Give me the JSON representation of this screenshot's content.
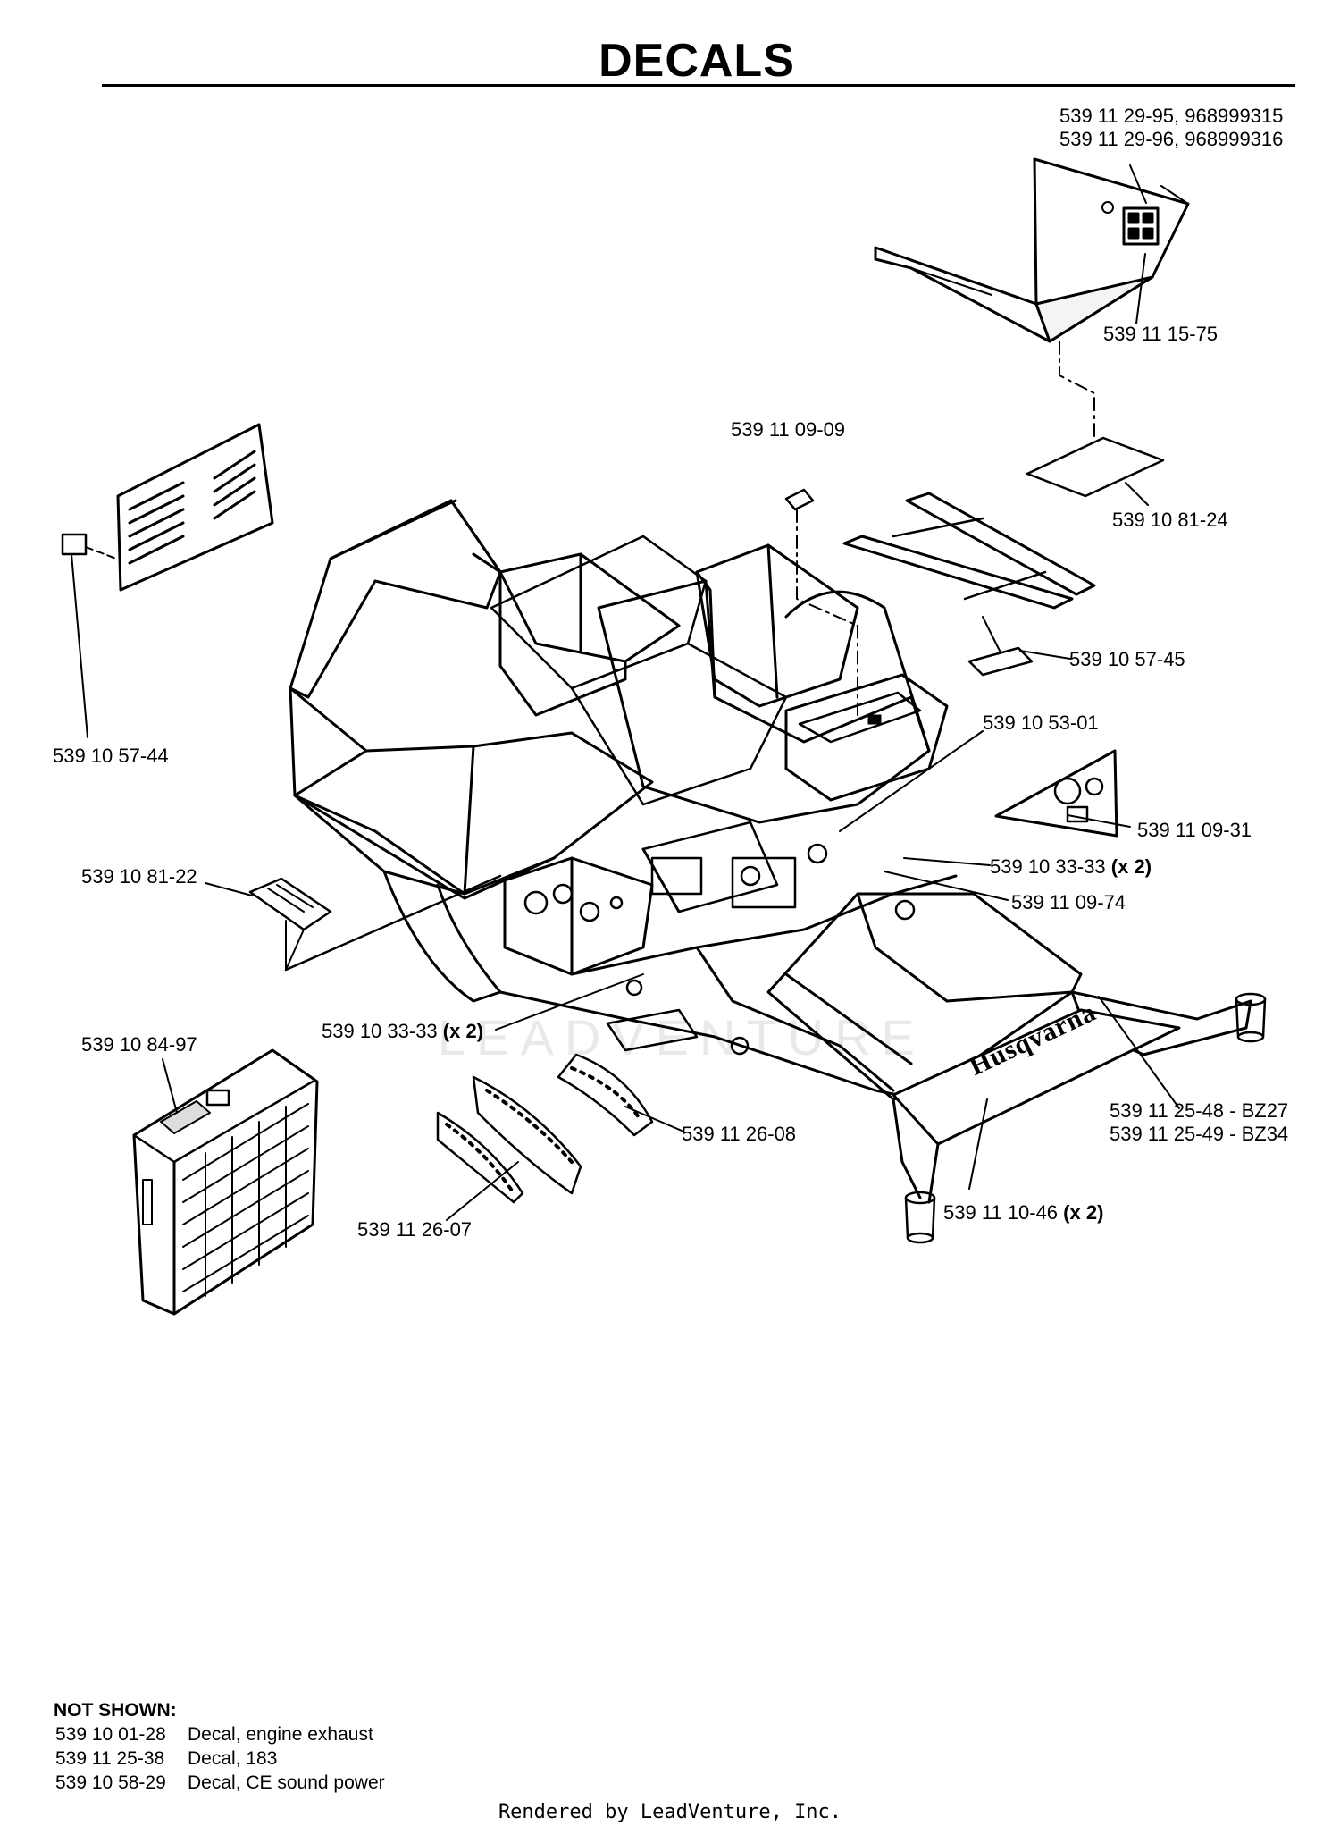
{
  "title": "DECALS",
  "callouts": [
    {
      "id": "c1",
      "lines": [
        "539 11 29-95, 968999315",
        "539 11 29-96, 968999316"
      ]
    },
    {
      "id": "c2",
      "text": "539 11 15-75"
    },
    {
      "id": "c3",
      "text": "539 11 09-09"
    },
    {
      "id": "c4",
      "text": "539 10 81-24"
    },
    {
      "id": "c5",
      "text": "539 10 57-45"
    },
    {
      "id": "c6",
      "text": "539 10 57-44"
    },
    {
      "id": "c7",
      "text": "539 10 53-01"
    },
    {
      "id": "c8",
      "text": "539 11 09-31"
    },
    {
      "id": "c9",
      "text": "539 10 81-22"
    },
    {
      "id": "c10",
      "text": "539 10 33-33",
      "qty": "(x 2)"
    },
    {
      "id": "c11",
      "text": "539 11 09-74"
    },
    {
      "id": "c12",
      "text": "539 10 33-33",
      "qty": "(x 2)"
    },
    {
      "id": "c13",
      "text": "539 10 84-97"
    },
    {
      "id": "c14",
      "text": "539 11 26-08"
    },
    {
      "id": "c15",
      "lines": [
        "539 11 25-48 - BZ27",
        "539 11 25-49 - BZ34"
      ]
    },
    {
      "id": "c16",
      "text": "539 11 10-46",
      "qty": "(x 2)"
    },
    {
      "id": "c17",
      "text": "539 11 26-07"
    }
  ],
  "brand_decal_text": "Husqvarna",
  "watermark_text": "LEADVENTURE",
  "not_shown": {
    "heading": "NOT SHOWN:",
    "items": [
      {
        "part": "539 10 01-28",
        "desc": "Decal, engine exhaust"
      },
      {
        "part": "539 11 25-38",
        "desc": "Decal, 183"
      },
      {
        "part": "539 10 58-29",
        "desc": "Decal, CE sound power"
      }
    ]
  },
  "footer": "Rendered by LeadVenture, Inc."
}
